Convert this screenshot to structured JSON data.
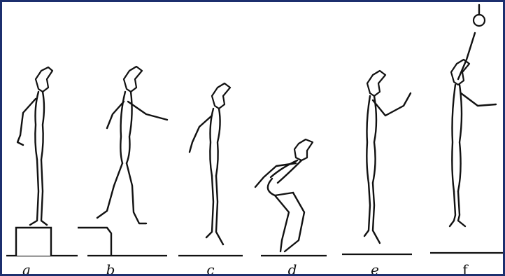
{
  "labels": [
    "a",
    "b",
    "c",
    "d",
    "e",
    "f"
  ],
  "colors": {
    "frame": "#1c2f6e",
    "ink": "#111111",
    "background": "#ffffff"
  }
}
